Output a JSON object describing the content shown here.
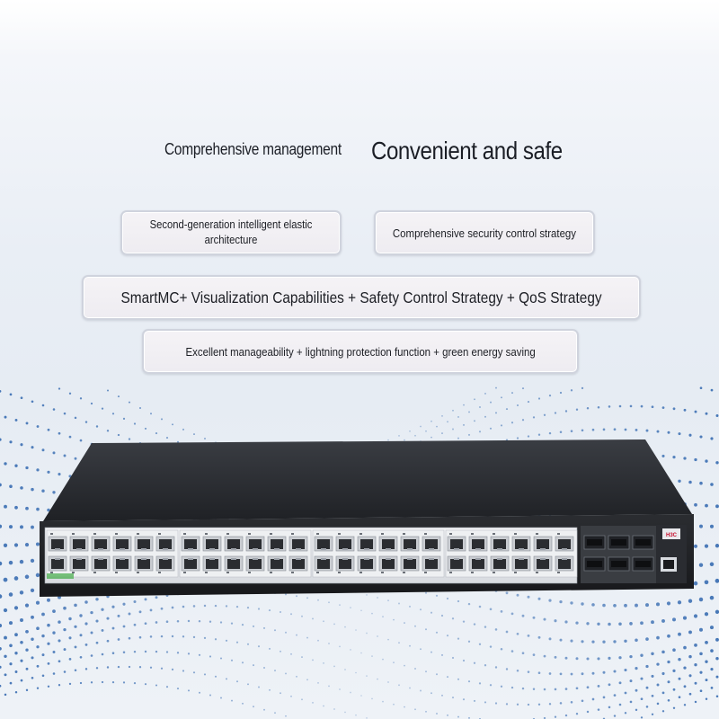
{
  "headline": {
    "left": "Comprehensive management",
    "right": "Convenient and safe"
  },
  "cards": [
    {
      "text": "Second-generation intelligent elastic architecture"
    },
    {
      "text": "Comprehensive security control strategy"
    },
    {
      "text": "SmartMC+ Visualization Capabilities + Safety Control Strategy + QoS Strategy"
    },
    {
      "text": "Excellent manageability + lightning protection function + green energy saving"
    }
  ],
  "product": {
    "type": "48-port gigabit ethernet switch with 6 SFP slots",
    "logo_text": "H3C",
    "colors": {
      "chassis": "#2a2c31",
      "panel": "#e7e9ec",
      "accent_logo": "#c8102e"
    }
  }
}
